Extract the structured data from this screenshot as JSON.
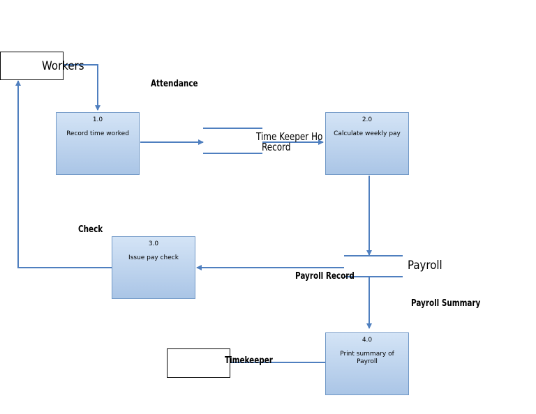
{
  "diagram": {
    "entities": {
      "workers": "Workers",
      "timekeeper": "Timekeeper"
    },
    "processes": [
      {
        "id": "1.0",
        "name": "Record time worked"
      },
      {
        "id": "2.0",
        "name": "Calculate weekly pay"
      },
      {
        "id": "3.0",
        "name": "Issue pay check"
      },
      {
        "id": "4.0",
        "name": "Print summary of Payroll"
      }
    ],
    "data_stores": {
      "timekeeper_store": {
        "line1": "Time Keeper Ho",
        "line2": "Record"
      },
      "payroll_store": "Payroll"
    },
    "flows": {
      "attendance": "Attendance",
      "check": "Check",
      "payroll_record": "Payroll Record",
      "payroll_summary": "Payroll Summary"
    },
    "colors": {
      "line": "#4f7fbf",
      "process_fill_top": "#d4e4f6",
      "process_fill_bottom": "#aac5e6",
      "process_border": "#6f97c6"
    }
  }
}
